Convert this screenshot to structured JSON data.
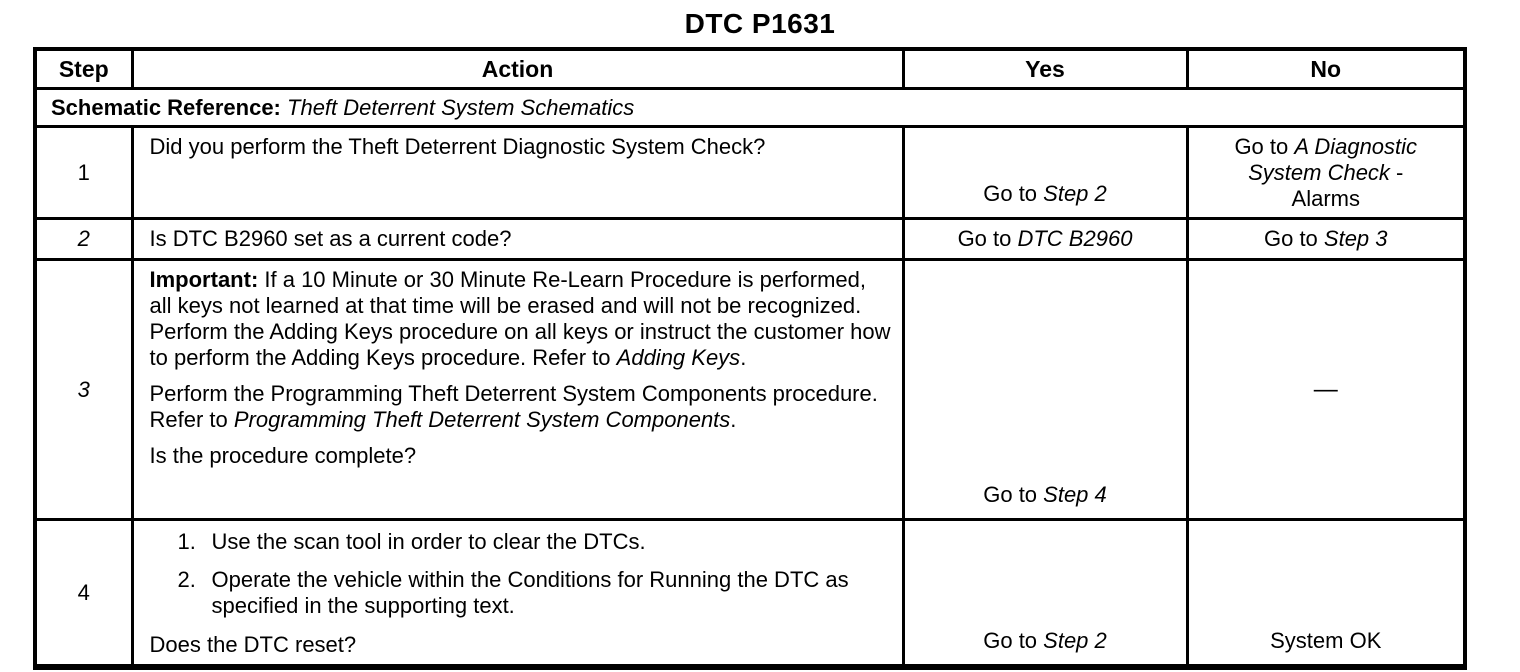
{
  "title": "DTC P1631",
  "table": {
    "headers": {
      "step": "Step",
      "action": "Action",
      "yes": "Yes",
      "no": "No"
    },
    "schematic_reference": {
      "label": "Schematic Reference:",
      "value": "Theft Deterrent System Schematics"
    },
    "rows": [
      {
        "step": "1",
        "action": {
          "question": "Did you perform the Theft Deterrent Diagnostic System Check?"
        },
        "yes": {
          "prefix": "Go to ",
          "ref": "Step 2"
        },
        "no": {
          "prefix": "Go to ",
          "ref": "A Diagnostic System Check",
          "suffix": " -",
          "line2": "Alarms"
        }
      },
      {
        "step": "2",
        "action": {
          "question": "Is DTC B2960 set as a current code?"
        },
        "yes": {
          "prefix": "Go to ",
          "ref": "DTC B2960"
        },
        "no": {
          "prefix": "Go to ",
          "ref": "Step 3"
        }
      },
      {
        "step": "3",
        "action": {
          "important_label": "Important:",
          "important_text": " If a 10 Minute or 30 Minute Re-Learn Procedure is performed, all keys not learned at that time will be erased and will not be recognized. Perform the Adding Keys procedure on all keys or instruct the customer how to perform the Adding Keys procedure. Refer to ",
          "important_ref": "Adding Keys",
          "important_period": ".",
          "para2_text": "Perform the Programming Theft Deterrent System Components procedure. Refer to ",
          "para2_ref": "Programming Theft Deterrent System Components",
          "para2_period": ".",
          "question": "Is the procedure complete?"
        },
        "yes": {
          "prefix": "Go to ",
          "ref": "Step 4"
        },
        "no": {
          "dash": "—"
        }
      },
      {
        "step": "4",
        "action": {
          "items": [
            {
              "num": "1.",
              "text": "Use the scan tool in order to clear the DTCs."
            },
            {
              "num": "2.",
              "text": "Operate the vehicle within the Conditions for Running the DTC as specified in the supporting text."
            }
          ],
          "question": "Does the DTC reset?"
        },
        "yes": {
          "prefix": "Go to ",
          "ref": "Step 2"
        },
        "no": {
          "text": "System OK"
        }
      }
    ]
  }
}
